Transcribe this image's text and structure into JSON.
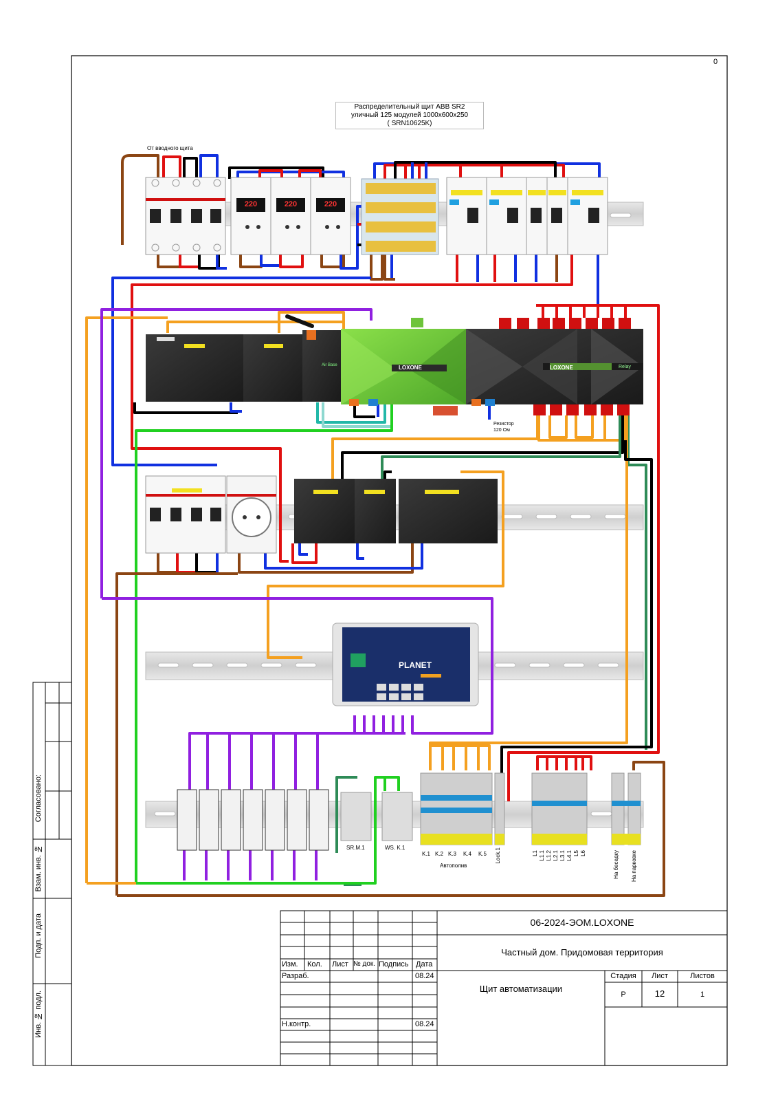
{
  "sheet_number_corner": "0",
  "panel_title": {
    "line1": "Распределительный щит ABB SR2",
    "line2": "уличный 125 модулей 1000x600x250",
    "line3": "( SRN10625K)"
  },
  "feed_label": "От вводного щита",
  "meter_readings": [
    "220",
    "220",
    "220"
  ],
  "brands": {
    "loxone1": "LOXONE",
    "loxone2": "LOXONE",
    "planet": "PLANET",
    "relay": "Relay",
    "air_base": "Air Base"
  },
  "resistor_label": {
    "line1": "Резистор",
    "line2": "120 Ом"
  },
  "terminal_labels": {
    "srm": "SR.M.1",
    "ws": "WS. K.1",
    "k1": "K.1",
    "k2": "K.2",
    "k3": "K.3",
    "k4": "K.4",
    "k5": "K.5",
    "autopoliv": "Автополив",
    "lock": "Lock.1",
    "l1": "L1",
    "l11": "L1.1",
    "l12": "L1.2",
    "l21": "L2.1",
    "l31": "L3.1",
    "l41": "L4.1",
    "l5": "L5",
    "l6": "L6",
    "gazebo": "На беседку",
    "parking": "На парковке"
  },
  "side_stamp": {
    "soglasovano": "Согласовано:",
    "vzam": "Взам. инв. №",
    "podp": "Подп. и дата",
    "inv": "Инв. № подл."
  },
  "title_block": {
    "doc_code": "06-2024-ЭОМ.LOXONE",
    "object": "Частный дом. Придомовая территория",
    "sheet_title": "Щит автоматизации",
    "col_izm": "Изм.",
    "col_kol": "Кол.",
    "col_list": "Лист",
    "col_ndok": "№ док.",
    "col_podpis": "Подпись",
    "col_data": "Дата",
    "razrab": "Разраб.",
    "razrab_date": "08.24",
    "nkontr": "Н.контр.",
    "nkontr_date": "08.24",
    "stadiya_label": "Стадия",
    "list_label": "Лист",
    "listov_label": "Листов",
    "stadiya": "Р",
    "list": "12",
    "listov": "1"
  },
  "colors": {
    "brown": "#8B4513",
    "red": "#E01010",
    "black": "#000000",
    "blue": "#1030E0",
    "orange": "#F4A020",
    "purple": "#9020E0",
    "green": "#20D020",
    "loxone_green": "#7AD13A"
  }
}
